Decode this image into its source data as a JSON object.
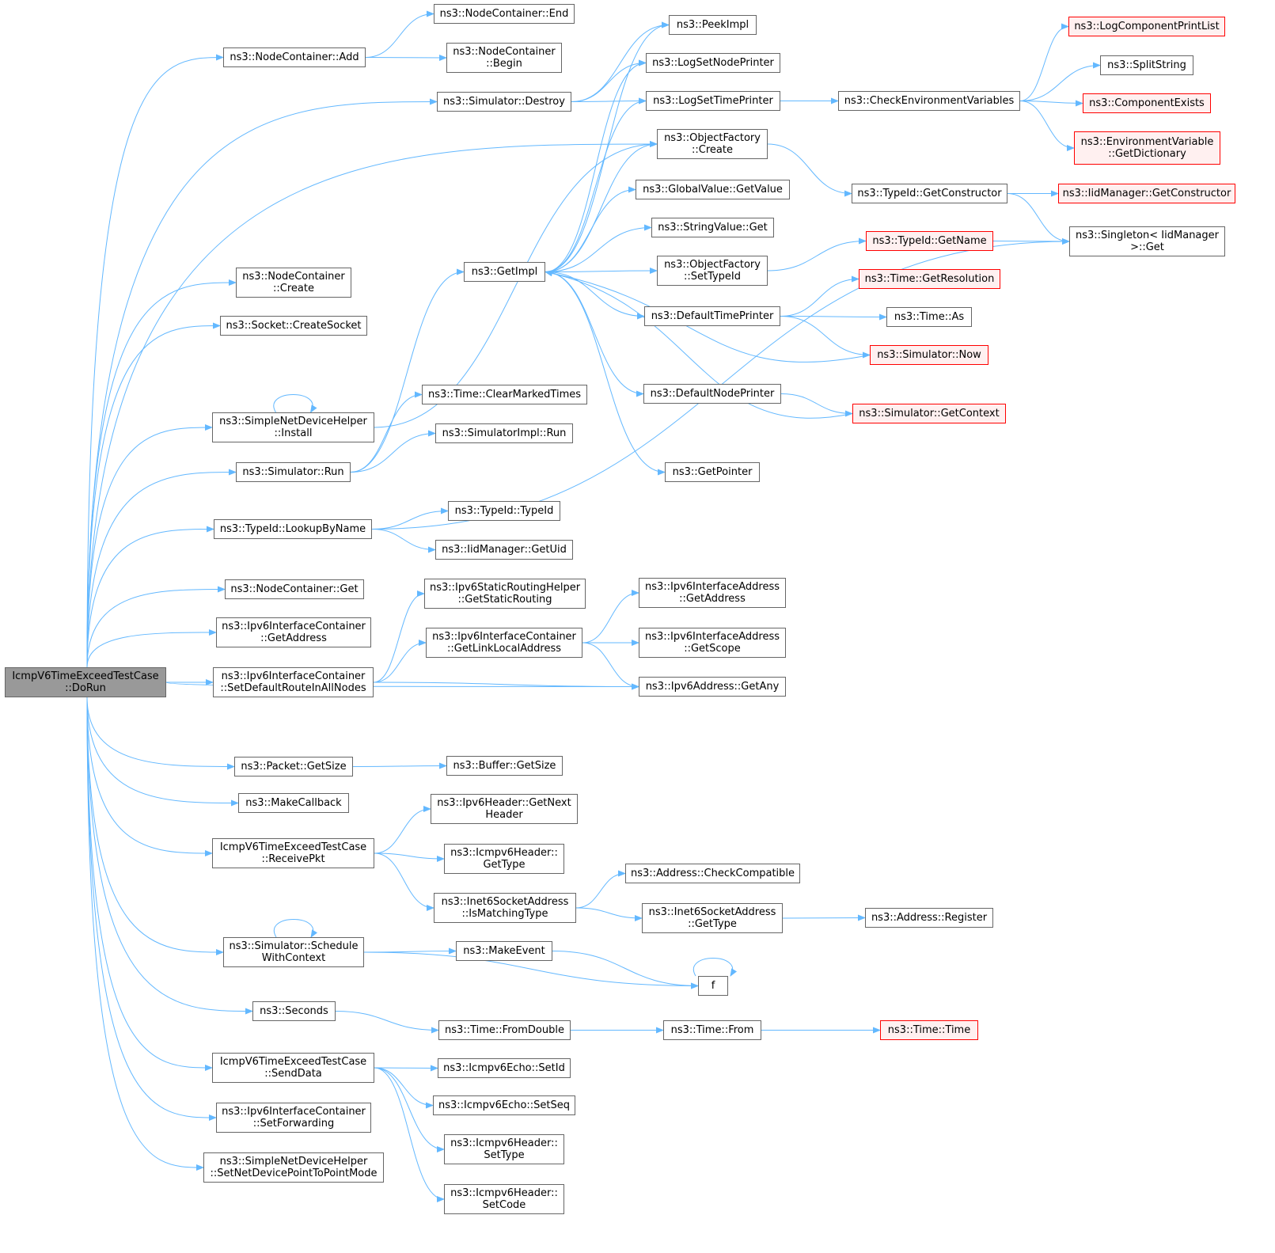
{
  "colors": {
    "edge": "#63b8ff",
    "border": "#666666",
    "red_border": "#ff0000",
    "red_fill": "#fff0f0",
    "root_fill": "#999999"
  },
  "nodes": [
    {
      "id": "root",
      "lines": [
        "IcmpV6TimeExceedTestCase",
        "::DoRun"
      ],
      "style": "root"
    },
    {
      "id": "nc_add",
      "lines": [
        "ns3::NodeContainer::Add"
      ]
    },
    {
      "id": "nc_end",
      "lines": [
        "ns3::NodeContainer::End"
      ]
    },
    {
      "id": "nc_begin",
      "lines": [
        "ns3::NodeContainer",
        "::Begin"
      ]
    },
    {
      "id": "nc_create",
      "lines": [
        "ns3::NodeContainer",
        "::Create"
      ]
    },
    {
      "id": "sock_create",
      "lines": [
        "ns3::Socket::CreateSocket"
      ]
    },
    {
      "id": "sndh_install",
      "lines": [
        "ns3::SimpleNetDeviceHelper",
        "::Install"
      ]
    },
    {
      "id": "sim_run",
      "lines": [
        "ns3::Simulator::Run"
      ]
    },
    {
      "id": "tid_lookup",
      "lines": [
        "ns3::TypeId::LookupByName"
      ]
    },
    {
      "id": "nc_get",
      "lines": [
        "ns3::NodeContainer::Get"
      ]
    },
    {
      "id": "iic_getaddr",
      "lines": [
        "ns3::Ipv6InterfaceContainer",
        "::GetAddress"
      ]
    },
    {
      "id": "iic_setdef",
      "lines": [
        "ns3::Ipv6InterfaceContainer",
        "::SetDefaultRouteInAllNodes"
      ]
    },
    {
      "id": "pkt_size",
      "lines": [
        "ns3::Packet::GetSize"
      ]
    },
    {
      "id": "make_cb",
      "lines": [
        "ns3::MakeCallback"
      ]
    },
    {
      "id": "recv_pkt",
      "lines": [
        "IcmpV6TimeExceedTestCase",
        "::ReceivePkt"
      ]
    },
    {
      "id": "sched_ctx",
      "lines": [
        "ns3::Simulator::Schedule",
        "WithContext"
      ]
    },
    {
      "id": "seconds",
      "lines": [
        "ns3::Seconds"
      ]
    },
    {
      "id": "send_data",
      "lines": [
        "IcmpV6TimeExceedTestCase",
        "::SendData"
      ]
    },
    {
      "id": "iic_setfwd",
      "lines": [
        "ns3::Ipv6InterfaceContainer",
        "::SetForwarding"
      ]
    },
    {
      "id": "sndh_p2p",
      "lines": [
        "ns3::SimpleNetDeviceHelper",
        "::SetNetDevicePointToPointMode"
      ]
    },
    {
      "id": "sim_destroy",
      "lines": [
        "ns3::Simulator::Destroy"
      ]
    },
    {
      "id": "getimpl",
      "lines": [
        "ns3::GetImpl"
      ]
    },
    {
      "id": "time_clear",
      "lines": [
        "ns3::Time::ClearMarkedTimes"
      ]
    },
    {
      "id": "simimpl_run",
      "lines": [
        "ns3::SimulatorImpl::Run"
      ]
    },
    {
      "id": "tid_tid",
      "lines": [
        "ns3::TypeId::TypeId"
      ]
    },
    {
      "id": "iid_getuid",
      "lines": [
        "ns3::IidManager::GetUid"
      ]
    },
    {
      "id": "i6srh",
      "lines": [
        "ns3::Ipv6StaticRoutingHelper",
        "::GetStaticRouting"
      ]
    },
    {
      "id": "iic_ll",
      "lines": [
        "ns3::Ipv6InterfaceContainer",
        "::GetLinkLocalAddress"
      ]
    },
    {
      "id": "buf_size",
      "lines": [
        "ns3::Buffer::GetSize"
      ]
    },
    {
      "id": "i6h_next",
      "lines": [
        "ns3::Ipv6Header::GetNext",
        "Header"
      ]
    },
    {
      "id": "icmp_gettype",
      "lines": [
        "ns3::Icmpv6Header::",
        "GetType"
      ]
    },
    {
      "id": "i6sa_match",
      "lines": [
        "ns3::Inet6SocketAddress",
        "::IsMatchingType"
      ]
    },
    {
      "id": "make_event",
      "lines": [
        "ns3::MakeEvent"
      ]
    },
    {
      "id": "time_fromdouble",
      "lines": [
        "ns3::Time::FromDouble"
      ]
    },
    {
      "id": "echo_setid",
      "lines": [
        "ns3::Icmpv6Echo::SetId"
      ]
    },
    {
      "id": "echo_setseq",
      "lines": [
        "ns3::Icmpv6Echo::SetSeq"
      ]
    },
    {
      "id": "icmp_settype",
      "lines": [
        "ns3::Icmpv6Header::",
        "SetType"
      ]
    },
    {
      "id": "icmp_setcode",
      "lines": [
        "ns3::Icmpv6Header::",
        "SetCode"
      ]
    },
    {
      "id": "peek_impl",
      "lines": [
        "ns3::PeekImpl"
      ]
    },
    {
      "id": "log_node",
      "lines": [
        "ns3::LogSetNodePrinter"
      ]
    },
    {
      "id": "log_time",
      "lines": [
        "ns3::LogSetTimePrinter"
      ]
    },
    {
      "id": "of_create",
      "lines": [
        "ns3::ObjectFactory",
        "::Create"
      ]
    },
    {
      "id": "gv_get",
      "lines": [
        "ns3::GlobalValue::GetValue"
      ]
    },
    {
      "id": "sv_get",
      "lines": [
        "ns3::StringValue::Get"
      ]
    },
    {
      "id": "of_settid",
      "lines": [
        "ns3::ObjectFactory",
        "::SetTypeId"
      ]
    },
    {
      "id": "def_time",
      "lines": [
        "ns3::DefaultTimePrinter"
      ]
    },
    {
      "id": "def_node",
      "lines": [
        "ns3::DefaultNodePrinter"
      ]
    },
    {
      "id": "get_ptr",
      "lines": [
        "ns3::GetPointer"
      ]
    },
    {
      "id": "i6ia_getaddr",
      "lines": [
        "ns3::Ipv6InterfaceAddress",
        "::GetAddress"
      ]
    },
    {
      "id": "i6ia_scope",
      "lines": [
        "ns3::Ipv6InterfaceAddress",
        "::GetScope"
      ]
    },
    {
      "id": "i6a_any",
      "lines": [
        "ns3::Ipv6Address::GetAny"
      ]
    },
    {
      "id": "addr_compat",
      "lines": [
        "ns3::Address::CheckCompatible"
      ]
    },
    {
      "id": "i6sa_type",
      "lines": [
        "ns3::Inet6SocketAddress",
        "::GetType"
      ]
    },
    {
      "id": "f",
      "lines": [
        "f"
      ]
    },
    {
      "id": "time_from",
      "lines": [
        "ns3::Time::From"
      ]
    },
    {
      "id": "check_env",
      "lines": [
        "ns3::CheckEnvironmentVariables"
      ]
    },
    {
      "id": "tid_ctor",
      "lines": [
        "ns3::TypeId::GetConstructor"
      ]
    },
    {
      "id": "tid_name",
      "lines": [
        "ns3::TypeId::GetName"
      ],
      "style": "red"
    },
    {
      "id": "time_res",
      "lines": [
        "ns3::Time::GetResolution"
      ],
      "style": "red"
    },
    {
      "id": "time_as",
      "lines": [
        "ns3::Time::As"
      ]
    },
    {
      "id": "sim_now",
      "lines": [
        "ns3::Simulator::Now"
      ],
      "style": "red"
    },
    {
      "id": "sim_ctx",
      "lines": [
        "ns3::Simulator::GetContext"
      ],
      "style": "red"
    },
    {
      "id": "addr_reg",
      "lines": [
        "ns3::Address::Register"
      ]
    },
    {
      "id": "time_time",
      "lines": [
        "ns3::Time::Time"
      ],
      "style": "red"
    },
    {
      "id": "log_cpl",
      "lines": [
        "ns3::LogComponentPrintList"
      ],
      "style": "red"
    },
    {
      "id": "split",
      "lines": [
        "ns3::SplitString"
      ]
    },
    {
      "id": "comp_exists",
      "lines": [
        "ns3::ComponentExists"
      ],
      "style": "red"
    },
    {
      "id": "env_dict",
      "lines": [
        "ns3::EnvironmentVariable",
        "::GetDictionary"
      ],
      "style": "red"
    },
    {
      "id": "iid_ctor",
      "lines": [
        "ns3::IidManager::GetConstructor"
      ],
      "style": "red"
    },
    {
      "id": "singleton",
      "lines": [
        "ns3::Singleton< IidManager",
        ">::Get"
      ]
    }
  ],
  "edges": [
    [
      "root",
      "nc_add"
    ],
    [
      "root",
      "nc_create"
    ],
    [
      "root",
      "sock_create"
    ],
    [
      "root",
      "sndh_install"
    ],
    [
      "root",
      "sim_run"
    ],
    [
      "root",
      "tid_lookup"
    ],
    [
      "root",
      "nc_get"
    ],
    [
      "root",
      "iic_getaddr"
    ],
    [
      "root",
      "iic_setdef"
    ],
    [
      "root",
      "i6a_any"
    ],
    [
      "root",
      "pkt_size"
    ],
    [
      "root",
      "make_cb"
    ],
    [
      "root",
      "recv_pkt"
    ],
    [
      "root",
      "sched_ctx"
    ],
    [
      "root",
      "seconds"
    ],
    [
      "root",
      "send_data"
    ],
    [
      "root",
      "iic_setfwd"
    ],
    [
      "root",
      "sndh_p2p"
    ],
    [
      "root",
      "sim_destroy"
    ],
    [
      "root",
      "of_create"
    ],
    [
      "nc_add",
      "nc_end"
    ],
    [
      "nc_add",
      "nc_begin"
    ],
    [
      "sndh_install",
      "sndh_install"
    ],
    [
      "sndh_install",
      "of_create"
    ],
    [
      "sim_run",
      "getimpl"
    ],
    [
      "sim_run",
      "time_clear"
    ],
    [
      "sim_run",
      "simimpl_run"
    ],
    [
      "tid_lookup",
      "singleton"
    ],
    [
      "tid_lookup",
      "tid_tid"
    ],
    [
      "tid_lookup",
      "iid_getuid"
    ],
    [
      "iic_setdef",
      "i6srh"
    ],
    [
      "iic_setdef",
      "iic_ll"
    ],
    [
      "iic_setdef",
      "i6a_any"
    ],
    [
      "pkt_size",
      "buf_size"
    ],
    [
      "recv_pkt",
      "i6h_next"
    ],
    [
      "recv_pkt",
      "icmp_gettype"
    ],
    [
      "recv_pkt",
      "i6sa_match"
    ],
    [
      "sched_ctx",
      "sched_ctx"
    ],
    [
      "sched_ctx",
      "make_event"
    ],
    [
      "sched_ctx",
      "f"
    ],
    [
      "seconds",
      "time_fromdouble"
    ],
    [
      "send_data",
      "echo_setid"
    ],
    [
      "send_data",
      "echo_setseq"
    ],
    [
      "send_data",
      "icmp_settype"
    ],
    [
      "send_data",
      "icmp_setcode"
    ],
    [
      "sim_destroy",
      "peek_impl"
    ],
    [
      "sim_destroy",
      "log_node"
    ],
    [
      "sim_destroy",
      "log_time"
    ],
    [
      "getimpl",
      "peek_impl"
    ],
    [
      "getimpl",
      "log_node"
    ],
    [
      "getimpl",
      "log_time"
    ],
    [
      "getimpl",
      "of_create"
    ],
    [
      "getimpl",
      "gv_get"
    ],
    [
      "getimpl",
      "sv_get"
    ],
    [
      "getimpl",
      "of_settid"
    ],
    [
      "getimpl",
      "def_time"
    ],
    [
      "getimpl",
      "def_node"
    ],
    [
      "getimpl",
      "get_ptr"
    ],
    [
      "iic_ll",
      "i6ia_getaddr"
    ],
    [
      "iic_ll",
      "i6ia_scope"
    ],
    [
      "iic_ll",
      "i6a_any"
    ],
    [
      "i6sa_match",
      "addr_compat"
    ],
    [
      "i6sa_match",
      "i6sa_type"
    ],
    [
      "make_event",
      "f"
    ],
    [
      "f",
      "f"
    ],
    [
      "time_fromdouble",
      "time_from"
    ],
    [
      "log_time",
      "check_env"
    ],
    [
      "of_create",
      "tid_ctor"
    ],
    [
      "of_settid",
      "tid_name"
    ],
    [
      "def_time",
      "time_res"
    ],
    [
      "def_time",
      "time_as"
    ],
    [
      "def_time",
      "sim_now"
    ],
    [
      "def_node",
      "sim_ctx"
    ],
    [
      "sim_now",
      "getimpl"
    ],
    [
      "sim_ctx",
      "getimpl"
    ],
    [
      "i6sa_type",
      "addr_reg"
    ],
    [
      "time_from",
      "time_time"
    ],
    [
      "check_env",
      "log_cpl"
    ],
    [
      "check_env",
      "split"
    ],
    [
      "check_env",
      "comp_exists"
    ],
    [
      "check_env",
      "env_dict"
    ],
    [
      "tid_ctor",
      "iid_ctor"
    ],
    [
      "tid_ctor",
      "singleton"
    ],
    [
      "tid_name",
      "singleton"
    ]
  ]
}
